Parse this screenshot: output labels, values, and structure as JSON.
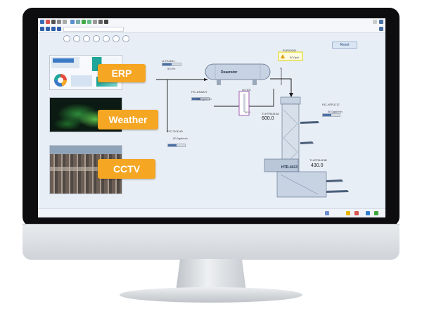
{
  "tags": {
    "li": "LI-TK1101",
    "li_val": "50.0%",
    "pi": "PI-EX0341",
    "pi_val": "50.0psi",
    "fic_dsa": "FIC-DSA237",
    "fic_dsa_val": "50.0gal/min",
    "lic": "LIC101",
    "lic_val": "50.0",
    "ti_a": "TI-HTR4413A",
    "ti_a_val": "600.0",
    "fic_htr": "FIC-HTR1717",
    "fic_htr_val": "50.0gal/min",
    "fic_tk": "FIC-TK3140",
    "fic_tk_val": "50.0gal/min",
    "ti_b": "TI-HTR4413B",
    "ti_b_val": "430.0"
  },
  "equipment": {
    "deaerator": "Deaerator",
    "heater": "HTR-4413"
  },
  "buttons": {
    "reset": "Reset"
  },
  "callouts": {
    "erp": "ERP",
    "weather": "Weather",
    "cctv": "CCTV"
  },
  "colors": {
    "callout": "#f5a623",
    "alarm": "#f0e000"
  }
}
